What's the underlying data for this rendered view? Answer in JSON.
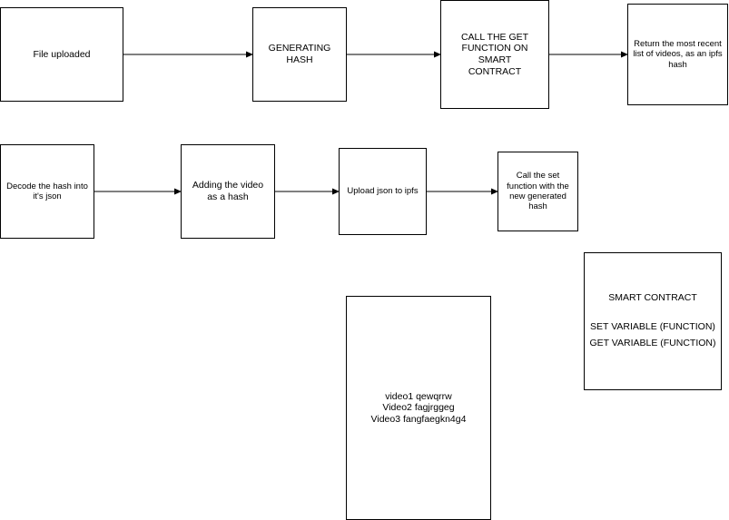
{
  "diagram": {
    "nodes": [
      {
        "id": "file-uploaded",
        "label": "File uploaded"
      },
      {
        "id": "generating-hash",
        "label": "GENERATING HASH"
      },
      {
        "id": "call-get",
        "label": "CALL THE GET FUNCTION ON SMART CONTRACT"
      },
      {
        "id": "return-list",
        "label": "Return the most recent list of videos, as an ipfs hash"
      },
      {
        "id": "decode-hash",
        "label": "Decode the hash into it's json"
      },
      {
        "id": "adding-video",
        "label": "Adding the video as a hash"
      },
      {
        "id": "upload-json",
        "label": "Upload json to ipfs"
      },
      {
        "id": "call-set",
        "label": "Call the set function with the new generated hash"
      }
    ],
    "edges": [
      {
        "from": "file-uploaded",
        "to": "generating-hash"
      },
      {
        "from": "generating-hash",
        "to": "call-get"
      },
      {
        "from": "call-get",
        "to": "return-list"
      },
      {
        "from": "decode-hash",
        "to": "adding-video"
      },
      {
        "from": "adding-video",
        "to": "upload-json"
      },
      {
        "from": "upload-json",
        "to": "call-set"
      }
    ],
    "smart_contract": {
      "title": "SMART CONTRACT",
      "lines": [
        "SET VARIABLE (FUNCTION)",
        "GET VARIABLE (FUNCTION)"
      ]
    },
    "video_list": {
      "lines": [
        "video1 qewqrrw",
        "Video2 fagjrggeg",
        "Video3 fangfaegkn4g4"
      ]
    }
  }
}
